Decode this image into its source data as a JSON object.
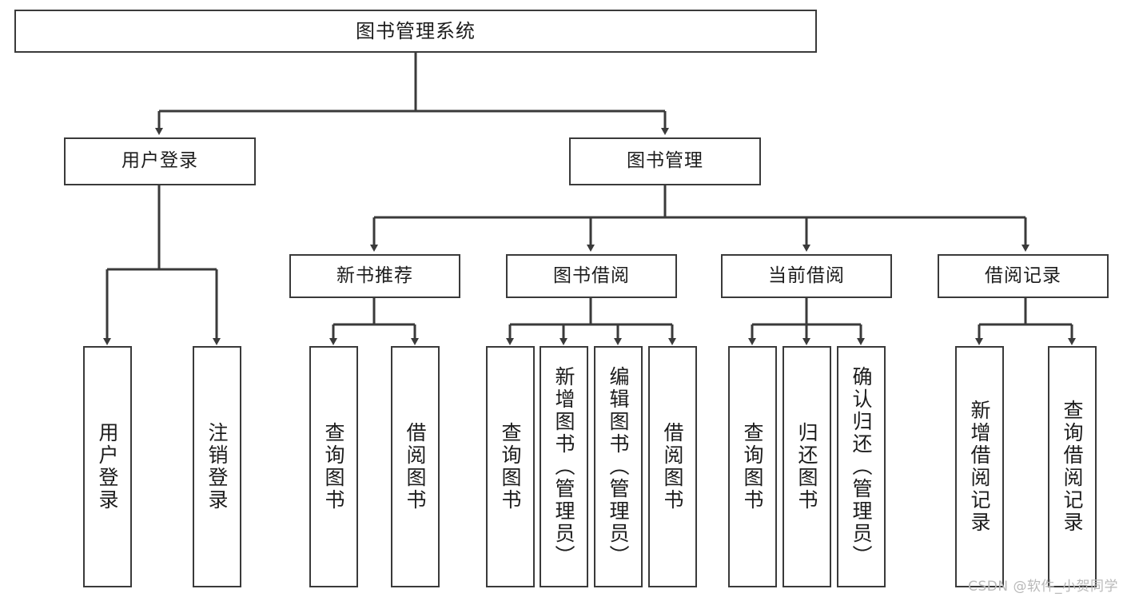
{
  "diagram": {
    "type": "tree-hierarchy",
    "title": "图书管理系统",
    "root": {
      "id": "root",
      "label": "图书管理系统"
    },
    "level2": [
      {
        "id": "user-login",
        "label": "用户登录"
      },
      {
        "id": "book-manage",
        "label": "图书管理"
      }
    ],
    "level3": [
      {
        "id": "new-book-rec",
        "label": "新书推荐",
        "parent": "book-manage"
      },
      {
        "id": "book-borrow",
        "label": "图书借阅",
        "parent": "book-manage"
      },
      {
        "id": "current-borrow",
        "label": "当前借阅",
        "parent": "book-manage"
      },
      {
        "id": "borrow-record",
        "label": "借阅记录",
        "parent": "book-manage"
      }
    ],
    "leaves": [
      {
        "id": "leaf-user-login",
        "label": "用户登录",
        "parent": "user-login"
      },
      {
        "id": "leaf-logout-login",
        "label": "注销登录",
        "parent": "user-login"
      },
      {
        "id": "leaf-query-book-1",
        "label": "查询图书",
        "parent": "new-book-rec"
      },
      {
        "id": "leaf-borrow-book-1",
        "label": "借阅图书",
        "parent": "new-book-rec"
      },
      {
        "id": "leaf-query-book-2",
        "label": "查询图书",
        "parent": "book-borrow"
      },
      {
        "id": "leaf-add-book",
        "label": "新增图书（管理员）",
        "parent": "book-borrow"
      },
      {
        "id": "leaf-edit-book",
        "label": "编辑图书（管理员）",
        "parent": "book-borrow"
      },
      {
        "id": "leaf-borrow-book-2",
        "label": "借阅图书",
        "parent": "book-borrow"
      },
      {
        "id": "leaf-query-book-3",
        "label": "查询图书",
        "parent": "current-borrow"
      },
      {
        "id": "leaf-return-book",
        "label": "归还图书",
        "parent": "current-borrow"
      },
      {
        "id": "leaf-confirm-return",
        "label": "确认归还（管理员）",
        "parent": "current-borrow"
      },
      {
        "id": "leaf-add-record",
        "label": "新增借阅记录",
        "parent": "borrow-record"
      },
      {
        "id": "leaf-query-record",
        "label": "查询借阅记录",
        "parent": "borrow-record"
      }
    ],
    "colors": {
      "stroke": "#3a3a3a",
      "background": "#ffffff",
      "text": "#1c1c1c",
      "watermark": "#b9b9b9"
    }
  },
  "watermark": {
    "text": "CSDN @软件_小贺同学"
  }
}
